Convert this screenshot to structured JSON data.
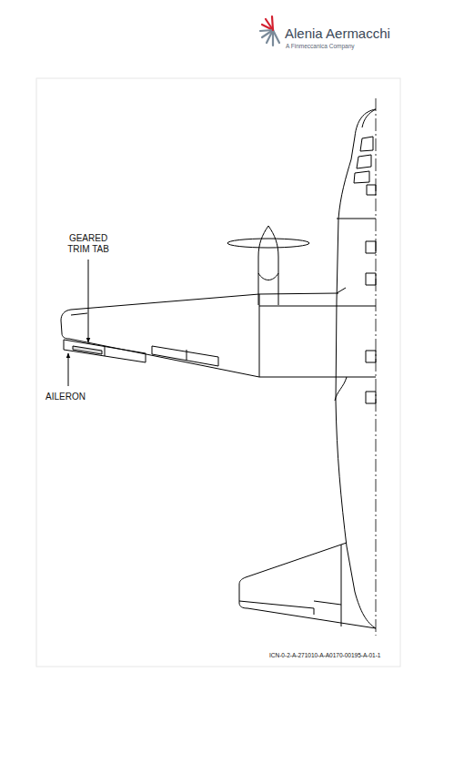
{
  "diagram": {
    "labels": [
      "Alenia Aermacchi",
      "A Finmeccanica Company",
      "GEARED TRIM TAB",
      "AILERON",
      "ICN-0-2-A-271010-A-A0170-00195-A-01-1"
    ]
  }
}
